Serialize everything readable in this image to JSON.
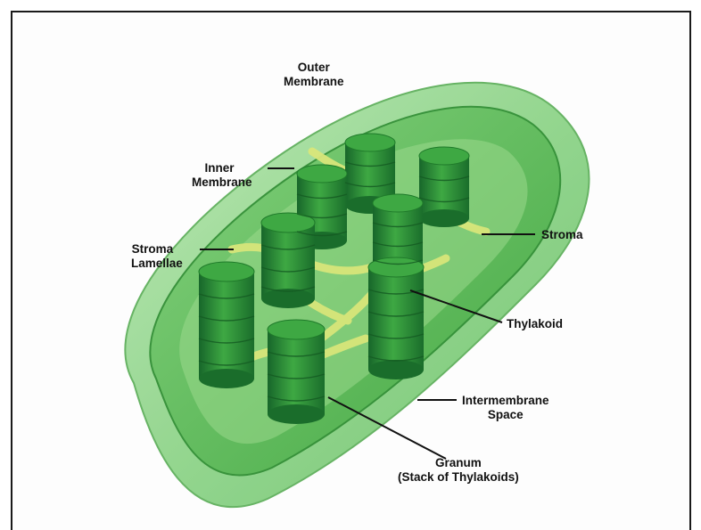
{
  "labels": {
    "outer_membrane": [
      "Outer",
      "Membrane"
    ],
    "inner_membrane": [
      "Inner",
      "Membrane"
    ],
    "stroma_lamellae": [
      "Stroma",
      "Lamellae"
    ],
    "stroma": "Stroma",
    "thylakoid": "Thylakoid",
    "intermembrane_space": [
      "Intermembrane",
      "Space"
    ],
    "granum": [
      "Granum",
      "(Stack of Thylakoids)"
    ]
  },
  "colors": {
    "outer_membrane": "#8fd48a",
    "inner_body": "#4fb84a",
    "granum_dark": "#1f7a2a",
    "granum_light": "#3ea843",
    "lamellae": "#d8e67a",
    "leader_line": "#111111",
    "frame": "#1a1a1a"
  }
}
